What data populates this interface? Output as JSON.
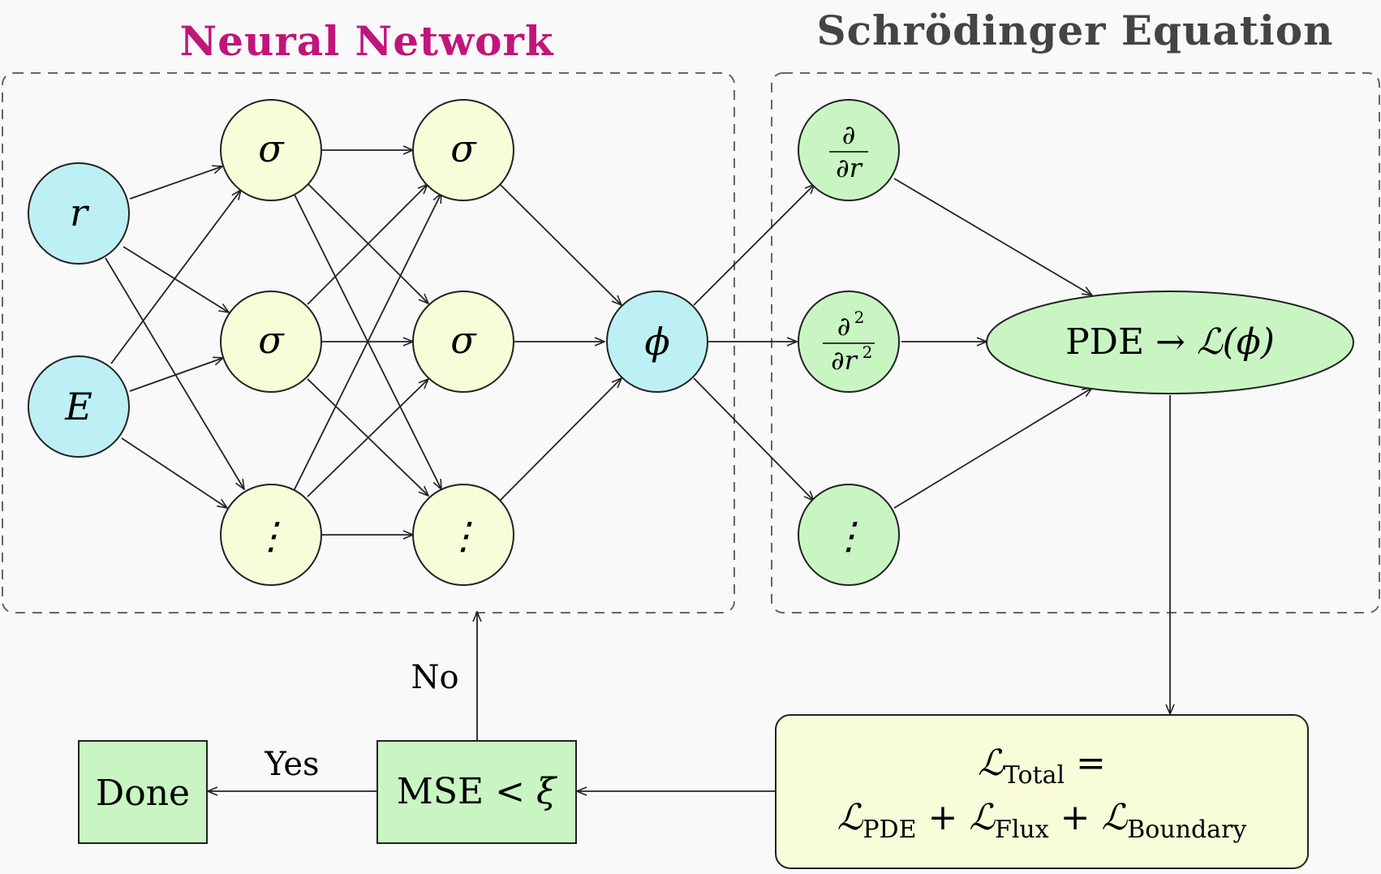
{
  "sections": {
    "neural_network": {
      "title": "Neural Network",
      "color": "#c0157a"
    },
    "schrodinger": {
      "title": "Schrödinger Equation",
      "color": "#444444"
    }
  },
  "nodes": {
    "input_r": {
      "label": "r"
    },
    "input_e": {
      "label": "E"
    },
    "hidden_sigma": {
      "label": "σ"
    },
    "hidden_dots": {
      "label": "⋮"
    },
    "output_phi": {
      "label": "ϕ"
    },
    "d1_num": {
      "label": "∂"
    },
    "d1_den": {
      "label": "∂r"
    },
    "d2_num": {
      "label": "∂"
    },
    "d2_num_sup": {
      "label": "2"
    },
    "d2_den": {
      "label": "∂r"
    },
    "d2_den_sup": {
      "label": "2"
    },
    "deriv_dots": {
      "label": "⋮"
    }
  },
  "pde": {
    "text_prefix": "PDE → ",
    "loss_symbol": "ℒ",
    "loss_arg": "(ϕ)"
  },
  "total_loss": {
    "symbol": "ℒ",
    "total_sub": "Total",
    "equals": " =",
    "pde_sub": "PDE",
    "plus": " + ",
    "flux_sub": "Flux",
    "boundary_sub": "Boundary"
  },
  "decision": {
    "label_prefix": "MSE < ",
    "label_xi": "ξ",
    "yes_label": "Yes",
    "no_label": "No"
  },
  "done": {
    "label": "Done"
  },
  "colors": {
    "input_fill": "#bdf0f5",
    "hidden_fill": "#f8fcd8",
    "deriv_fill": "#c9f5c3",
    "pde_fill": "#c9f5c3",
    "loss_fill": "#f8fcd8",
    "decision_fill": "#c9f5c3",
    "done_fill": "#c9f5c3",
    "stroke": "#222222",
    "dashed": "#666666"
  }
}
